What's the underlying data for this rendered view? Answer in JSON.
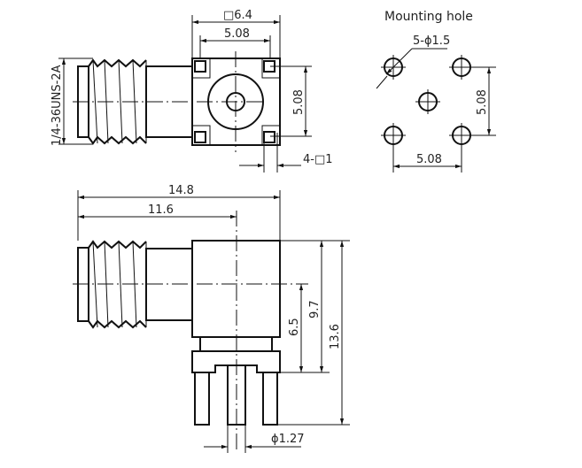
{
  "top_view": {
    "width_dim": "□6.4",
    "pitch_dim": "5.08",
    "vertical_pitch_dim": "5.08",
    "pad_dim": "4-□1",
    "thread_label": "1/4-36UNS-2A"
  },
  "mounting_hole": {
    "title": "Mounting hole",
    "hole_dim": "5-ϕ1.5",
    "vertical_pitch_dim": "5.08",
    "horizontal_pitch_dim": "5.08"
  },
  "side_view": {
    "overall_length": "14.8",
    "center_length": "11.6",
    "center_height": "6.5",
    "body_height": "9.7",
    "overall_height": "13.6",
    "pin_dim": "ϕ1.27"
  }
}
